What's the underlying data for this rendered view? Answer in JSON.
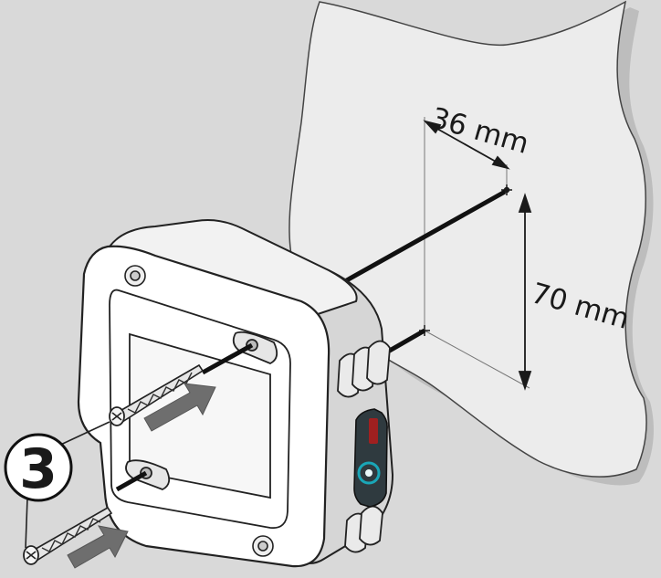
{
  "labels": {
    "dim_horizontal": "36 mm",
    "dim_vertical": "70 mm",
    "step_number": "3"
  },
  "colors": {
    "background": "#d9d9d9",
    "wall": "#e6e6e6",
    "wall_edge": "#b0b0b0",
    "device_body": "#ffffff",
    "device_shade": "#c9c9c9",
    "arrow_fill": "#6e6e6e",
    "led_ring": "#1aa6b7",
    "ink": "#1a1a1a"
  },
  "icons": {
    "screw": "screw-icon",
    "direction_arrow": "arrow-right-icon",
    "led": "status-led-icon"
  }
}
